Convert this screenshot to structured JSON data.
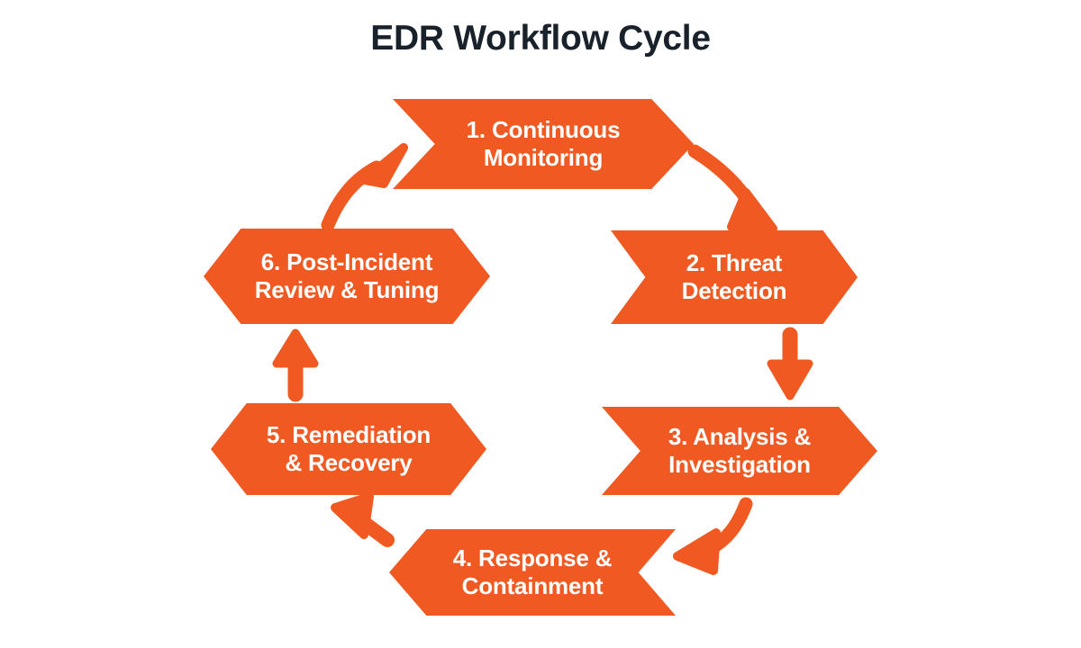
{
  "title": "EDR Workflow Cycle",
  "colors": {
    "accent": "#f05a22",
    "title": "#19222b",
    "background": "#ffffff",
    "node_text": "#ffffff"
  },
  "diagram": {
    "type": "cycle",
    "node_count": 6,
    "nodes": [
      {
        "id": "node-1",
        "number": "1.",
        "label": "1. Continuous\nMonitoring",
        "line1": "1. Continuous",
        "line2": "Monitoring",
        "shape": "chevron-right",
        "position": "top-center"
      },
      {
        "id": "node-2",
        "number": "2.",
        "label": "2. Threat\nDetection",
        "line1": "2. Threat",
        "line2": "Detection",
        "shape": "chevron-right",
        "position": "right-upper"
      },
      {
        "id": "node-3",
        "number": "3.",
        "label": "3. Analysis &\nInvestigation",
        "line1": "3. Analysis &",
        "line2": "Investigation",
        "shape": "chevron-right",
        "position": "right-lower"
      },
      {
        "id": "node-4",
        "number": "4.",
        "label": "4. Response &\nContainment",
        "line1": "4. Response &",
        "line2": "Containment",
        "shape": "chevron-left",
        "position": "bottom-center"
      },
      {
        "id": "node-5",
        "number": "5.",
        "label": "5. Remediation\n& Recovery",
        "line1": "5. Remediation",
        "line2": "& Recovery",
        "shape": "hexagon",
        "position": "left-lower"
      },
      {
        "id": "node-6",
        "number": "6.",
        "label": "6. Post-Incident\nReview & Tuning",
        "line1": "6. Post-Incident",
        "line2": "Review & Tuning",
        "shape": "hexagon",
        "position": "left-upper"
      }
    ],
    "connectors": [
      {
        "id": "arrow-1-2",
        "from": "node-1",
        "to": "node-2",
        "style": "curved",
        "direction": "down-right"
      },
      {
        "id": "arrow-2-3",
        "from": "node-2",
        "to": "node-3",
        "style": "straight",
        "direction": "down"
      },
      {
        "id": "arrow-3-4",
        "from": "node-3",
        "to": "node-4",
        "style": "curved",
        "direction": "down-left"
      },
      {
        "id": "arrow-4-5",
        "from": "node-4",
        "to": "node-5",
        "style": "straight",
        "direction": "up-left"
      },
      {
        "id": "arrow-5-6",
        "from": "node-5",
        "to": "node-6",
        "style": "straight",
        "direction": "up"
      },
      {
        "id": "arrow-6-1",
        "from": "node-6",
        "to": "node-1",
        "style": "curved",
        "direction": "up-right"
      }
    ]
  }
}
